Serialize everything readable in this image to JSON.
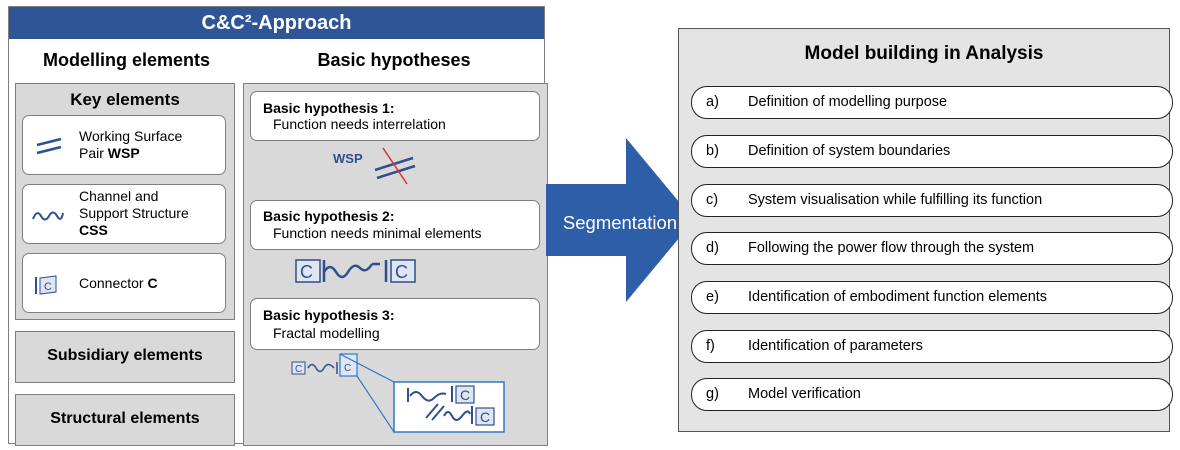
{
  "left_panel": {
    "title": "C&C²-Approach",
    "modelling_heading": "Modelling elements",
    "hypotheses_heading": "Basic hypotheses",
    "key_elements_title": "Key elements",
    "key_elements": [
      {
        "line1": "Working Surface",
        "line2_prefix": "Pair ",
        "line2_bold": "WSP",
        "icon": "double-line-icon"
      },
      {
        "line1": "Channel and",
        "line2_prefix": "Support Structure",
        "line3_bold": "CSS",
        "icon": "wave-icon"
      },
      {
        "line1_prefix": "Connector ",
        "line1_bold": "C",
        "icon": "connector-c-icon"
      }
    ],
    "subsidiary_label": "Subsidiary elements",
    "structural_label": "Structural elements",
    "hypotheses": [
      {
        "title": "Basic hypothesis 1:",
        "text": "Function needs interrelation"
      },
      {
        "title": "Basic hypothesis 2:",
        "text": "Function needs minimal  elements"
      },
      {
        "title": "Basic hypothesis 3:",
        "text": "Fractal modelling"
      }
    ],
    "wsp_label": "WSP",
    "connector_letter": "C"
  },
  "arrow_label": "Segmentation",
  "right_panel": {
    "title": "Model building in Analysis",
    "steps": [
      {
        "letter": "a)",
        "text": "Definition of modelling  purpose"
      },
      {
        "letter": "b)",
        "text": "Definition of system boundaries"
      },
      {
        "letter": "c)",
        "text": "System visualisation while fulfilling  its function"
      },
      {
        "letter": "d)",
        "text": "Following  the power flow through the system"
      },
      {
        "letter": "e)",
        "text": "Identification of embodiment function elements"
      },
      {
        "letter": "f)",
        "text": "Identification of parameters"
      },
      {
        "letter": "g)",
        "text": "Model verification"
      }
    ]
  },
  "colors": {
    "title_bar": "#2f5597",
    "arrow": "#2f5ea8",
    "icon_blue": "#2f4f8f",
    "red_slash": "#e03030",
    "panel_grey": "#d9d9d9"
  }
}
